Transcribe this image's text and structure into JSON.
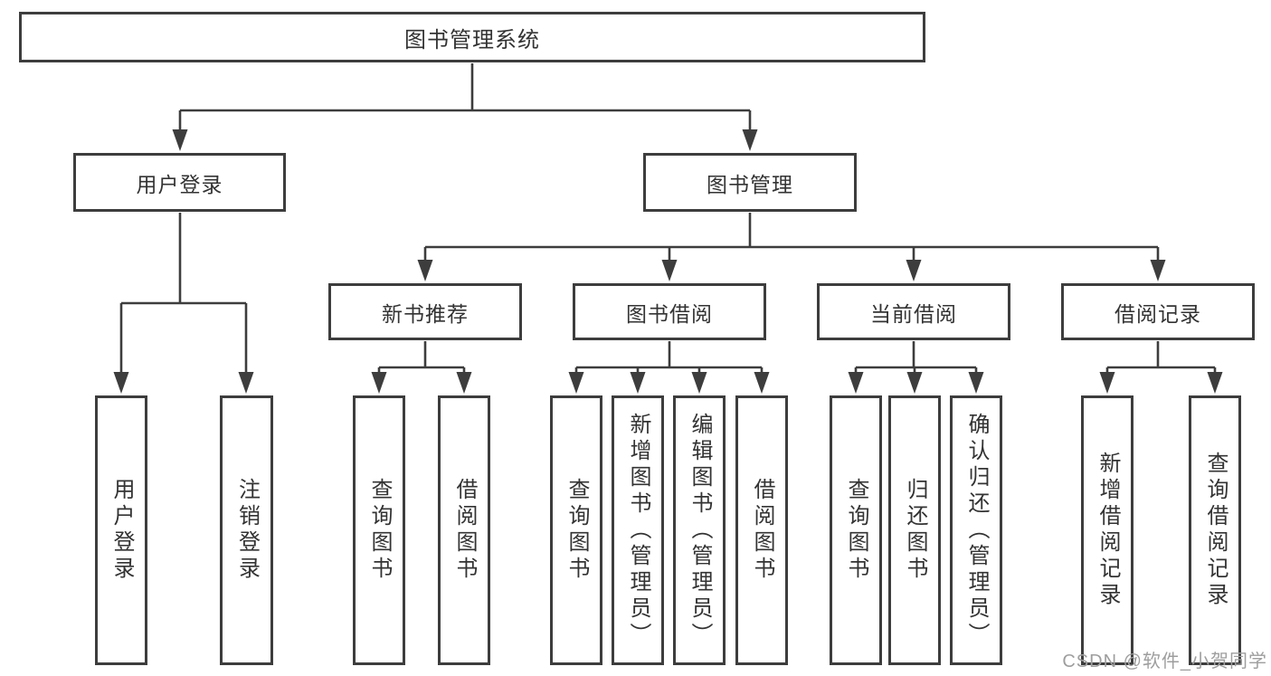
{
  "diagram_type": "hierarchy-diagram",
  "colors": {
    "line": "#3d3d3d",
    "box_border": "#3d3d3d",
    "text": "#333333",
    "background": "#ffffff",
    "watermark_text_color": "#9e9e9e"
  },
  "tree": {
    "label": "图书管理系统",
    "children": [
      {
        "label": "用户登录",
        "children": [
          {
            "label": "用户登录"
          },
          {
            "label": "注销登录"
          }
        ]
      },
      {
        "label": "图书管理",
        "children": [
          {
            "label": "新书推荐",
            "children": [
              {
                "label": "查询图书"
              },
              {
                "label": "借阅图书"
              }
            ]
          },
          {
            "label": "图书借阅",
            "children": [
              {
                "label": "查询图书"
              },
              {
                "label": "新增图书（管理员）"
              },
              {
                "label": "编辑图书（管理员）"
              },
              {
                "label": "借阅图书"
              }
            ]
          },
          {
            "label": "当前借阅",
            "children": [
              {
                "label": "查询图书"
              },
              {
                "label": "归还图书"
              },
              {
                "label": "确认归还（管理员）"
              }
            ]
          },
          {
            "label": "借阅记录",
            "children": [
              {
                "label": "新增借阅记录"
              },
              {
                "label": "查询借阅记录"
              }
            ]
          }
        ]
      }
    ]
  },
  "watermark": {
    "text": "CSDN @软件_小贺同学"
  }
}
